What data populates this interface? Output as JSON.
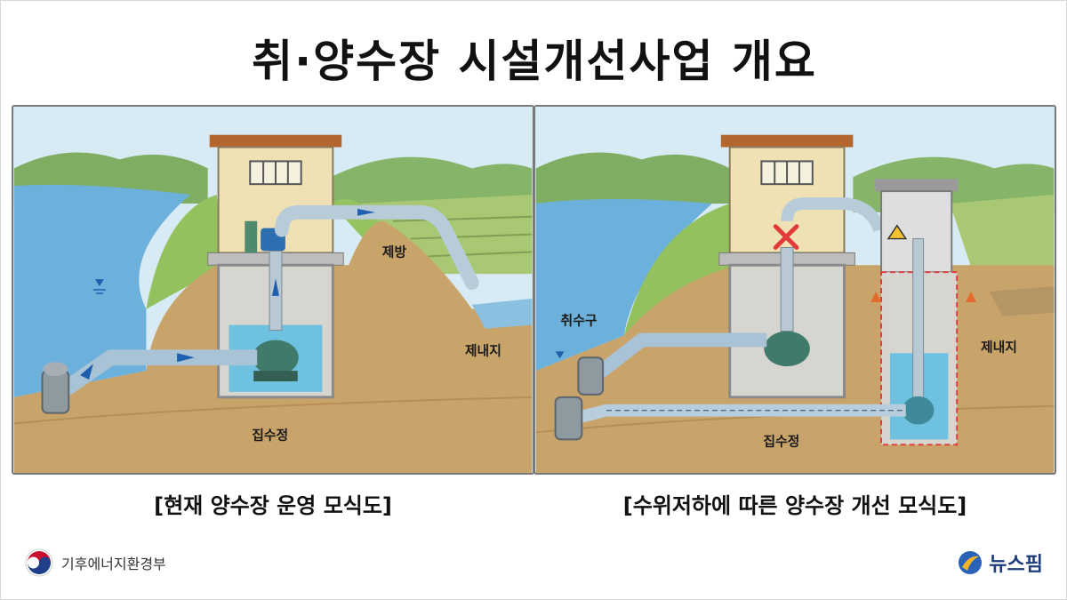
{
  "title": "취·양수장 시설개선사업 개요",
  "left_panel": {
    "caption": "[현재 양수장 운영 모식도]",
    "labels": {
      "levee": "제방",
      "inland": "제내지",
      "sump": "집수정"
    }
  },
  "right_panel": {
    "caption": "[수위저하에 따른 양수장 개선 모식도]",
    "labels": {
      "intake": "취수구",
      "inland": "제내지",
      "sump": "집수정"
    }
  },
  "footer": {
    "ministry": "기후에너지환경부",
    "brand": "뉴스핌"
  },
  "colors": {
    "water": "#5aa8d6",
    "pipe": "#a9c3d6",
    "pump": "#3f7a6b",
    "soil": "#c9a46a",
    "grass": "#8fbf5a",
    "warning": "#e03a3a",
    "arrow": "#1f5fb0"
  }
}
